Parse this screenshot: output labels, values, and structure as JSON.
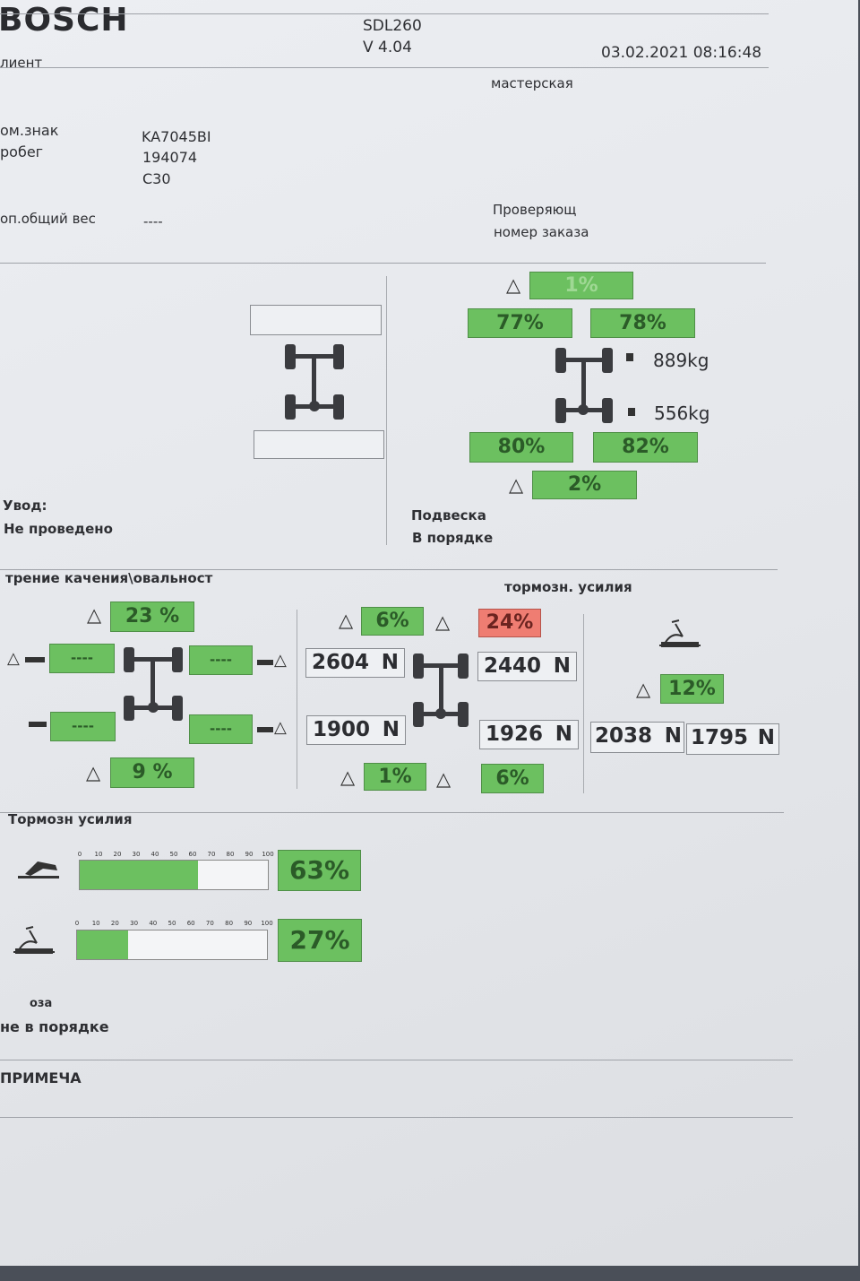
{
  "header": {
    "brand": "BOSCH",
    "device": "SDL260",
    "version": "V 4.04",
    "datetime": "03.02.2021  08:16:48",
    "client_label": "лиент",
    "workshop_label": "мастерская"
  },
  "vehicle": {
    "plate_label": "ом.знак",
    "plate_value": "KA7045BI",
    "mileage_label": "робег",
    "mileage_value": "194074",
    "model_value": "C30",
    "extra_weight_label": "оп.общий вес",
    "extra_weight_value": "----",
    "inspector_label": "Проверяющ",
    "order_label": "номер заказа"
  },
  "suspension": {
    "top_delta": "1%",
    "front_left": "77%",
    "front_right": "78%",
    "front_weight": "889kg",
    "rear_weight": "556kg",
    "rear_left": "80%",
    "rear_right": "82%",
    "bottom_delta": "2%",
    "title": "Подвеска",
    "status": "В порядке"
  },
  "toe": {
    "title": "Увод:",
    "status": "Не проведено"
  },
  "rolling": {
    "title": "трение качения\\овальност",
    "front_delta": "23  %",
    "rear_delta": "9  %",
    "fl": "----",
    "fr": "----",
    "rl": "----",
    "rr": "----"
  },
  "brake_forces": {
    "title": "тормозн. усилия",
    "front_delta": "6%",
    "front_delta_max": "24%",
    "front_left_value": "2604",
    "front_right_value": "2440",
    "rear_left_value": "1900",
    "rear_right_value": "1926",
    "rear_delta": "1%",
    "rear_delta_max": "6%",
    "unit": "N",
    "park_delta": "12%",
    "park_left_value": "2038",
    "park_right_value": "1795"
  },
  "brake_efficiency": {
    "title": "Тормозн усилия",
    "scale": [
      "0",
      "10",
      "20",
      "30",
      "40",
      "50",
      "60",
      "70",
      "80",
      "90",
      "100"
    ],
    "service_brake": 63,
    "service_brake_label": "63%",
    "parking_brake": 27,
    "parking_brake_label": "27%",
    "section_label": "озa",
    "status": "не в порядке"
  },
  "notes": {
    "title": "ПРИМЕЧА"
  },
  "colors": {
    "ok": "#6cc060",
    "fail": "#ef7d72"
  }
}
